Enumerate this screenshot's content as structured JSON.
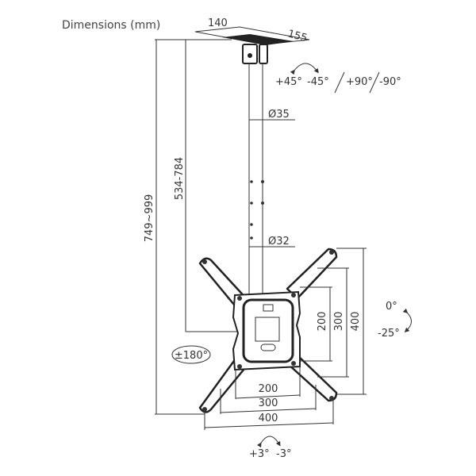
{
  "title": "Dimensions (mm)",
  "plate": {
    "width": "140",
    "depth": "155"
  },
  "swivel_top": {
    "plus": "+45°",
    "minus": "-45°",
    "plus90": "+90°",
    "minus90": "-90°"
  },
  "pole": {
    "upper_diameter": "Ø35",
    "lower_diameter": "Ø32"
  },
  "heights": {
    "total": "749~999",
    "pole": "534-784"
  },
  "vesa_vertical": [
    "200",
    "300",
    "400"
  ],
  "vesa_horizontal": [
    "200",
    "300",
    "400"
  ],
  "rotation": "±180°",
  "tilt": {
    "top": "0°",
    "bottom": "-25°"
  },
  "level": {
    "plus": "+3°",
    "minus": "-3°"
  }
}
